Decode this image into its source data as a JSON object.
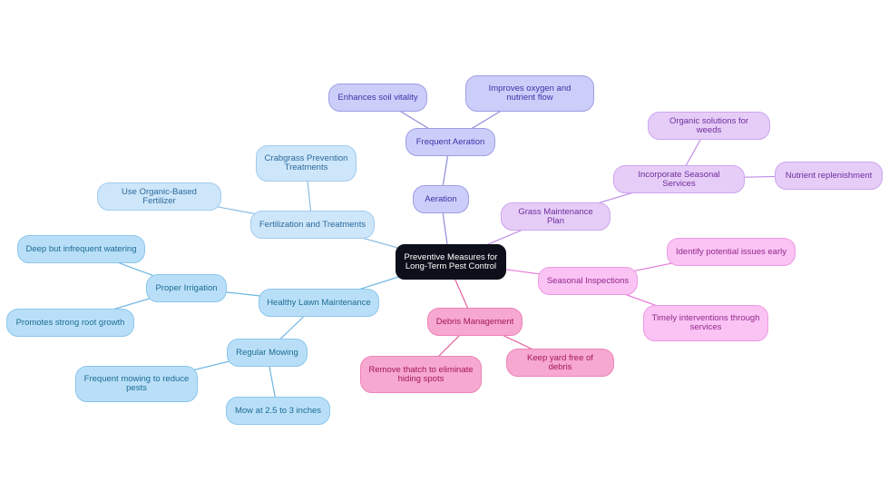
{
  "nodes": {
    "root": "Preventive Measures for Long-Term Pest Control",
    "aeration": "Aeration",
    "frequent_aeration": "Frequent Aeration",
    "enhances_soil": "Enhances soil vitality",
    "improves_oxygen": "Improves oxygen and nutrient flow",
    "fertilization": "Fertilization and Treatments",
    "crabgrass": "Crabgrass Prevention Treatments",
    "organic_fertilizer": "Use Organic-Based Fertilizer",
    "healthy_lawn": "Healthy Lawn Maintenance",
    "proper_irrigation": "Proper Irrigation",
    "deep_watering": "Deep but infrequent watering",
    "root_growth": "Promotes strong root growth",
    "regular_mowing": "Regular Mowing",
    "frequent_mowing": "Frequent mowing to reduce pests",
    "mow_height": "Mow at 2.5 to 3 inches",
    "grass_plan": "Grass Maintenance Plan",
    "seasonal_services": "Incorporate Seasonal Services",
    "organic_weeds": "Organic solutions for weeds",
    "nutrient_replenishment": "Nutrient replenishment",
    "seasonal_inspections": "Seasonal Inspections",
    "identify_issues": "Identify potential issues early",
    "timely_interventions": "Timely interventions through services",
    "debris_management": "Debris Management",
    "remove_thatch": "Remove thatch to eliminate hiding spots",
    "keep_yard": "Keep yard free of debris"
  },
  "colors": {
    "aeration_edge": "#8f8dd8",
    "fertilization_edge": "#8bbde3",
    "lawn_edge": "#6eb6e3",
    "grass_edge": "#c08ee6",
    "inspection_edge": "#e67fd8",
    "debris_edge": "#e5609f"
  }
}
